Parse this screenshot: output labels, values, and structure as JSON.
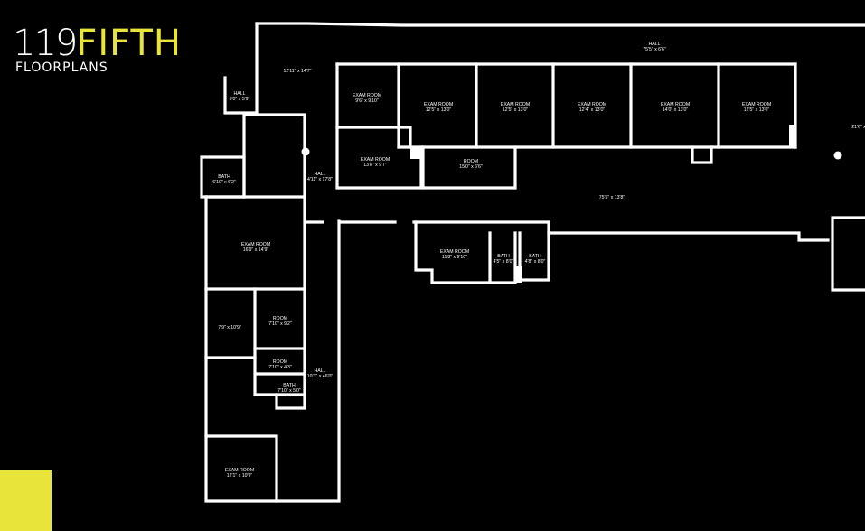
{
  "brand": {
    "number": "119",
    "word": "FIFTH",
    "subtitle": "FLOORPLANS",
    "accent_color": "#e8e43a"
  },
  "rooms": [
    {
      "name": "HALL",
      "dims": "5'0\" x 5'9\""
    },
    {
      "name": "",
      "dims": "12'11\" x 14'7\""
    },
    {
      "name": "HALL",
      "dims": "75'5\" x 6'6\""
    },
    {
      "name": "EXAM ROOM",
      "dims": "9'6\" x 9'10\""
    },
    {
      "name": "EXAM ROOM",
      "dims": "12'5\" x 13'0\""
    },
    {
      "name": "EXAM ROOM",
      "dims": "12'5\" x 13'0\""
    },
    {
      "name": "EXAM ROOM",
      "dims": "12'4\" x 13'0\""
    },
    {
      "name": "EXAM ROOM",
      "dims": "14'0\" x 13'0\""
    },
    {
      "name": "EXAM ROOM",
      "dims": "12'5\" x 13'0\""
    },
    {
      "name": "",
      "dims": "21'6\" x"
    },
    {
      "name": "EXAM ROOM",
      "dims": "13'8\" x 9'7\""
    },
    {
      "name": "ROOM",
      "dims": "15'0\" x 6'6\""
    },
    {
      "name": "BATH",
      "dims": "6'10\" x 6'2\""
    },
    {
      "name": "HALL",
      "dims": "4'11\" x 17'8\""
    },
    {
      "name": "",
      "dims": "75'5\" x 13'8\""
    },
    {
      "name": "EXAM ROOM",
      "dims": "16'9\" x 14'9\""
    },
    {
      "name": "EXAM ROOM",
      "dims": "11'8\" x 9'10\""
    },
    {
      "name": "BATH",
      "dims": "4'5\" x 8'0\""
    },
    {
      "name": "BATH",
      "dims": "4'8\" x 8'0\""
    },
    {
      "name": "",
      "dims": "7'9\" x 10'9\""
    },
    {
      "name": "ROOM",
      "dims": "7'10\" x 9'2\""
    },
    {
      "name": "ROOM",
      "dims": "7'10\" x 4'3\""
    },
    {
      "name": "HALL",
      "dims": "10'3\" x 46'0\""
    },
    {
      "name": "BATH",
      "dims": "7'10\" x 5'0\""
    },
    {
      "name": "EXAM ROOM",
      "dims": "12'1\" x 10'9\""
    }
  ]
}
